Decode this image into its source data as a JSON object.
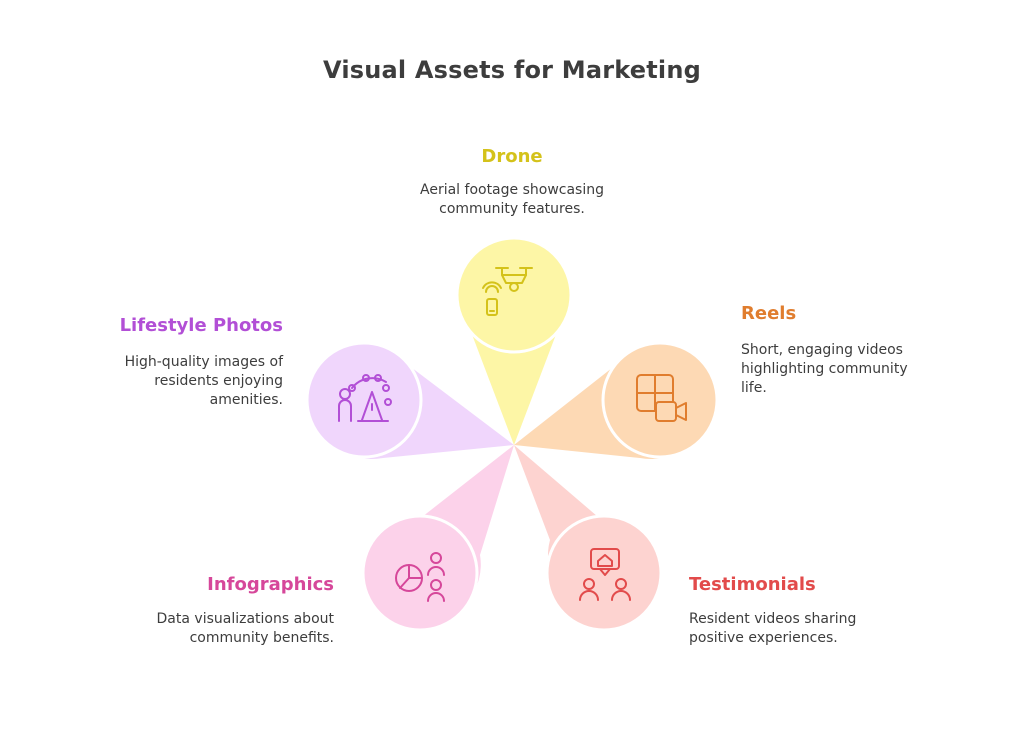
{
  "title": "Visual Assets for Marketing",
  "items": [
    {
      "key": "drone",
      "label": "Drone",
      "desc_lines": [
        "Aerial footage showcasing",
        "community features."
      ],
      "color": "#d4c21a",
      "fill": "#fdf6a6",
      "icon": "drone-icon"
    },
    {
      "key": "reels",
      "label": "Reels",
      "desc_lines": [
        "Short, engaging videos",
        "highlighting community",
        "life."
      ],
      "color": "#e07d2e",
      "fill": "#fdd9b4",
      "icon": "video-grid-icon"
    },
    {
      "key": "testimonials",
      "label": "Testimonials",
      "desc_lines": [
        "Resident videos sharing",
        "positive experiences."
      ],
      "color": "#e24b4b",
      "fill": "#fdd3d0",
      "icon": "people-speech-icon"
    },
    {
      "key": "infographics",
      "label": "Infographics",
      "desc_lines": [
        "Data visualizations about",
        "community benefits."
      ],
      "color": "#d6479a",
      "fill": "#fcd2ea",
      "icon": "pie-chart-people-icon"
    },
    {
      "key": "lifestyle",
      "label": "Lifestyle Photos",
      "desc_lines": [
        "High-quality images of",
        "residents enjoying",
        "amenities."
      ],
      "color": "#b24fd6",
      "fill": "#f0d6fc",
      "icon": "ferris-wheel-person-icon"
    }
  ]
}
